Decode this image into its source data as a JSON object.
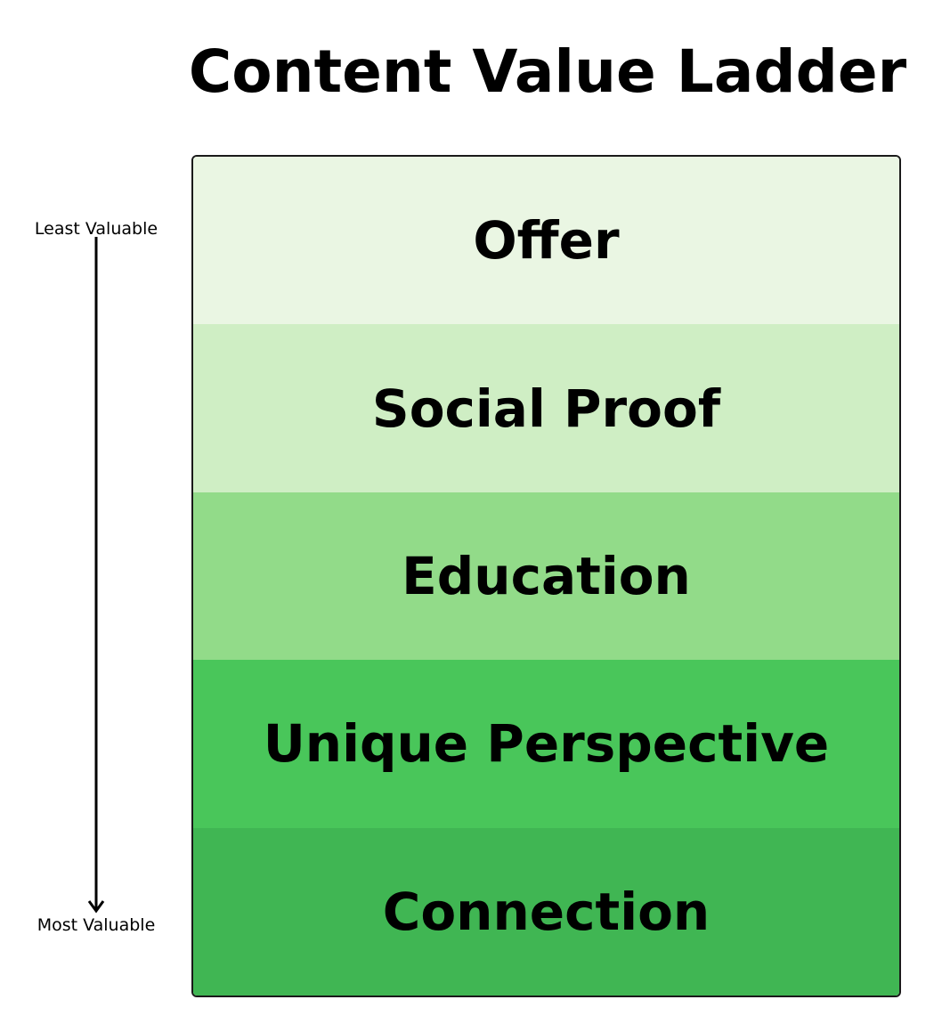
{
  "title": "Content Value Ladder",
  "scale": {
    "top_label": "Least Valuable",
    "bottom_label": "Most Valuable"
  },
  "ladder": {
    "rungs": [
      {
        "label": "Offer",
        "color": "#eaf6e3"
      },
      {
        "label": "Social Proof",
        "color": "#cfeec4"
      },
      {
        "label": "Education",
        "color": "#92db89"
      },
      {
        "label": "Unique Perspective",
        "color": "#49c65a"
      },
      {
        "label": "Connection",
        "color": "#40b653"
      }
    ]
  }
}
